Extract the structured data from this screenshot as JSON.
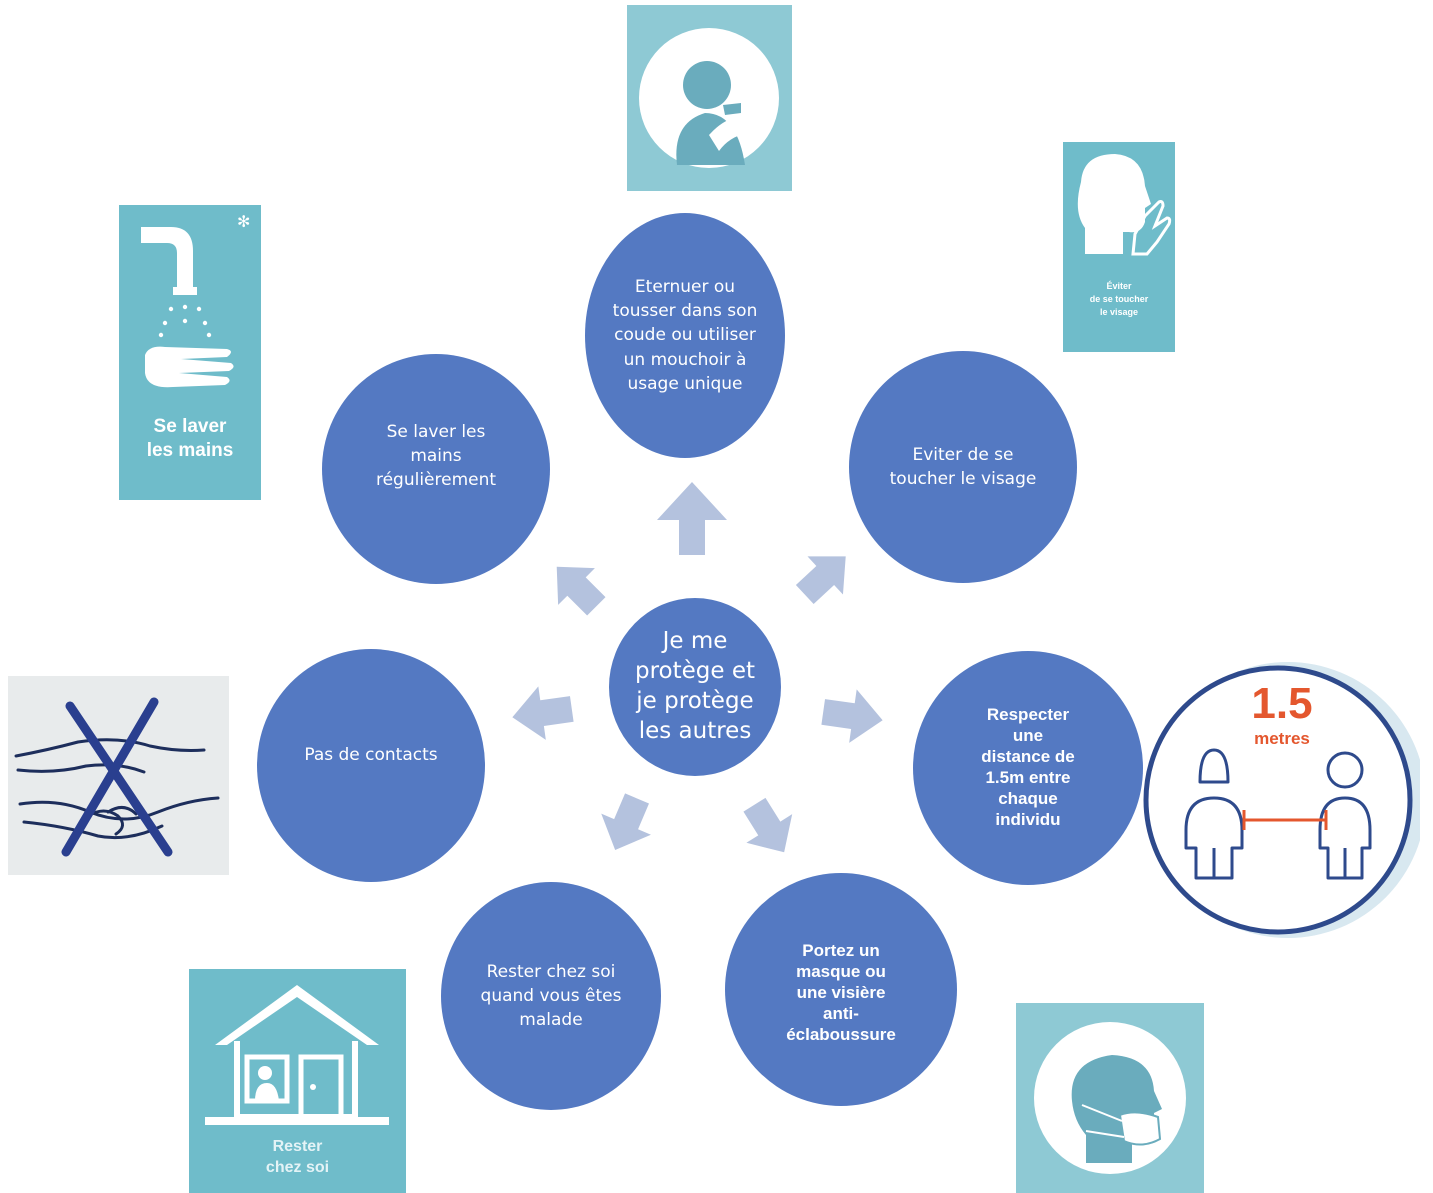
{
  "center": {
    "text": "Je me\nprotège et\nje protège\nles autres"
  },
  "measures": [
    {
      "id": "eternuer",
      "text": "Eternuer ou\ntousser dans son\ncoude ou utiliser\nun mouchoir à\nusage unique"
    },
    {
      "id": "visage",
      "text": "Eviter de se\ntoucher le visage"
    },
    {
      "id": "distance",
      "text": "Respecter\nune\ndistance de\n1.5m entre\nchaque\nindividu"
    },
    {
      "id": "masque",
      "text": "Portez un\nmasque ou\nune visière\nanti-\néclaboussure"
    },
    {
      "id": "rester",
      "text": "Rester chez soi\nquand vous êtes\nmalade"
    },
    {
      "id": "contacts",
      "text": "Pas de contacts"
    },
    {
      "id": "laver",
      "text": "Se laver les\nmains\nrégulièrement"
    }
  ],
  "icon_labels": {
    "laver": "Se laver\nles mains",
    "visage": "Éviter\nde se toucher\nle visage",
    "rester": "Rester\nchez soi",
    "distance_value": "1.5",
    "distance_unit": "metres"
  },
  "colors": {
    "circle": "#5479c2",
    "arrow": "#b4c2de",
    "icon_bg": "#6fbcca",
    "icon_bg_light": "#8ec9d4",
    "distance_ring": "#2e4a8c",
    "distance_accent": "#e4572e"
  }
}
